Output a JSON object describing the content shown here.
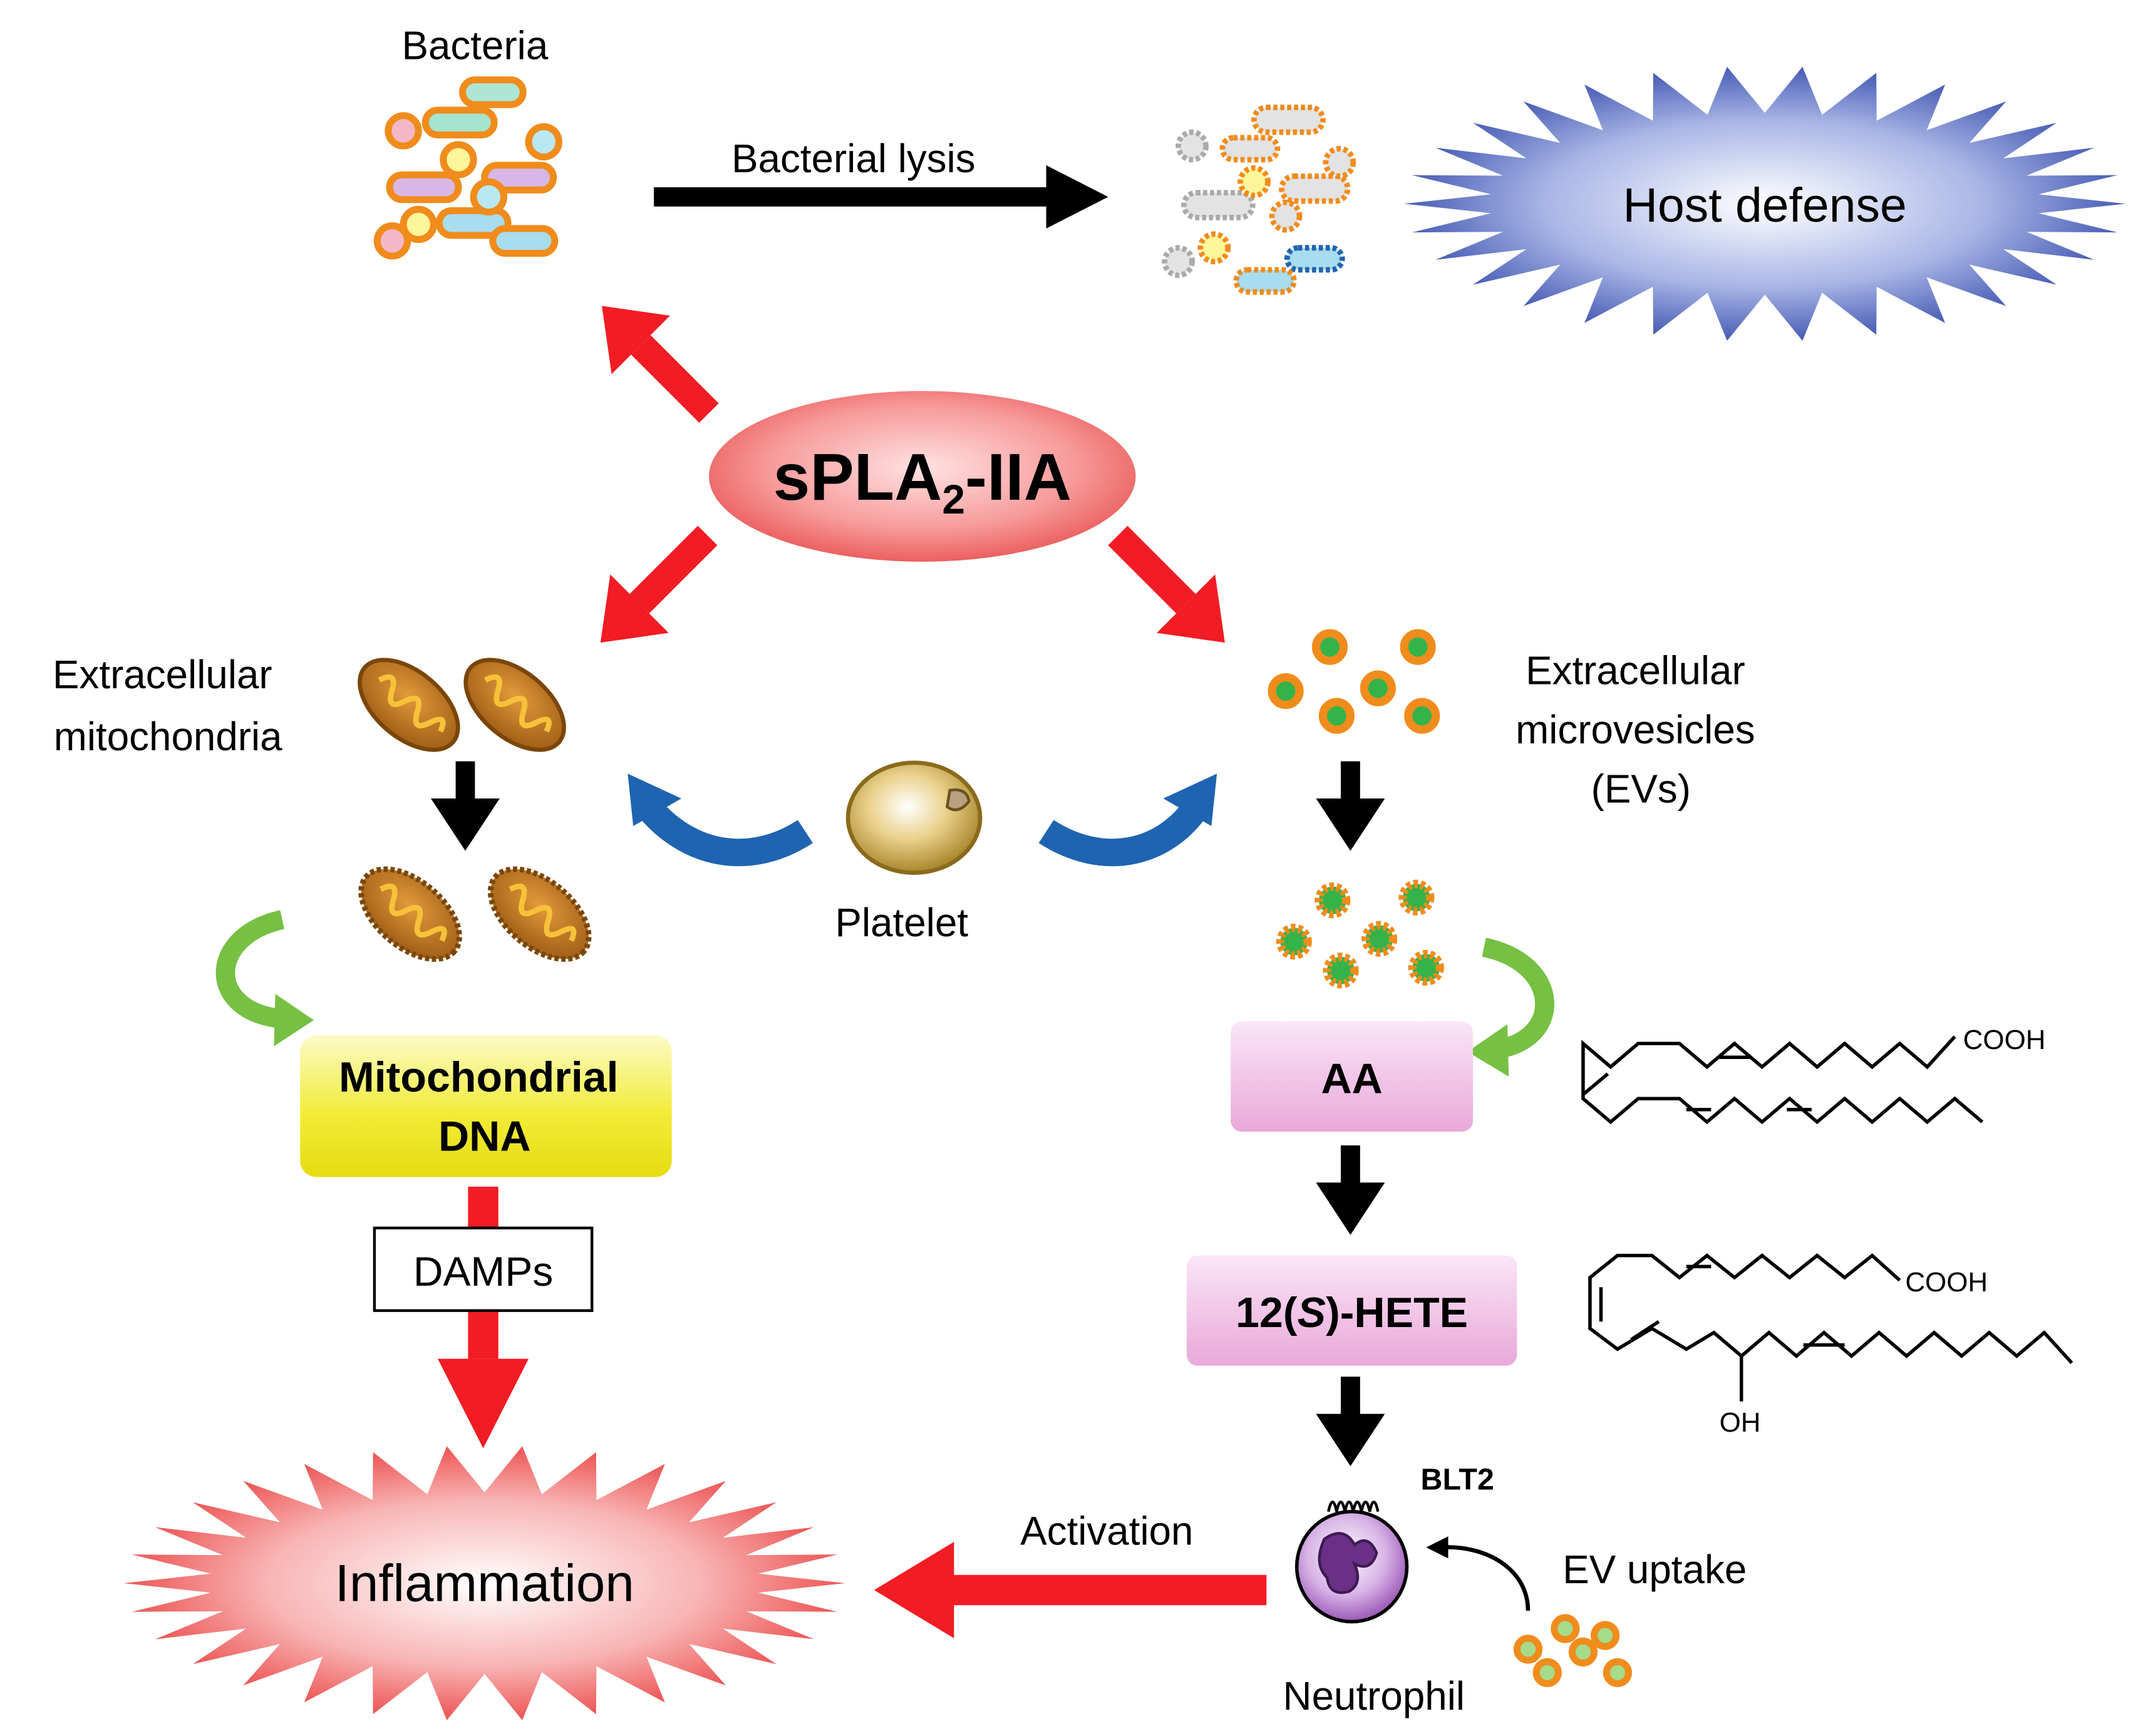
{
  "labels": {
    "bacteria": "Bacteria",
    "bacterial_lysis": "Bacterial lysis",
    "host_defense": "Host defense",
    "spla2_prefix": "sPLA",
    "spla2_sub": "2",
    "spla2_suffix": "-IIA",
    "extracellular_mitochondria_line1": "Extracellular",
    "extracellular_mitochondria_line2": "mitochondria",
    "extracellular_microvesicles_line1": "Extracellular",
    "extracellular_microvesicles_line2": "microvesicles",
    "extracellular_microvesicles_line3": "(EVs)",
    "platelet": "Platelet",
    "mitochondrial_dna_line1": "Mitochondrial",
    "mitochondrial_dna_line2": "DNA",
    "damps": "DAMPs",
    "inflammation": "Inflammation",
    "aa": "AA",
    "hete_prefix": "12(",
    "hete_italic": "S",
    "hete_suffix": ")-HETE",
    "cooh_aa": "COOH",
    "cooh_hete": "COOH",
    "oh": "OH",
    "blt2": "BLT2",
    "activation": "Activation",
    "ev_uptake": "EV uptake",
    "neutrophil": "Neutrophil"
  },
  "colors": {
    "red_arrow": "#f21c24",
    "black_arrow": "#000000",
    "blue_arrow": "#1f64b0",
    "green_arrow": "#76c043",
    "orange_rim": "#f08c1c",
    "mito_fill": "#b06a1c",
    "spla2_pink": "#f47a7a",
    "host_defense_blue": "#3f57b5",
    "inflammation_red": "#f05a5a",
    "mtdna_yellow": "#f3ee3a",
    "aa_pink": "#e8a6d8",
    "neutrophil_purple": "#9b59b6"
  }
}
